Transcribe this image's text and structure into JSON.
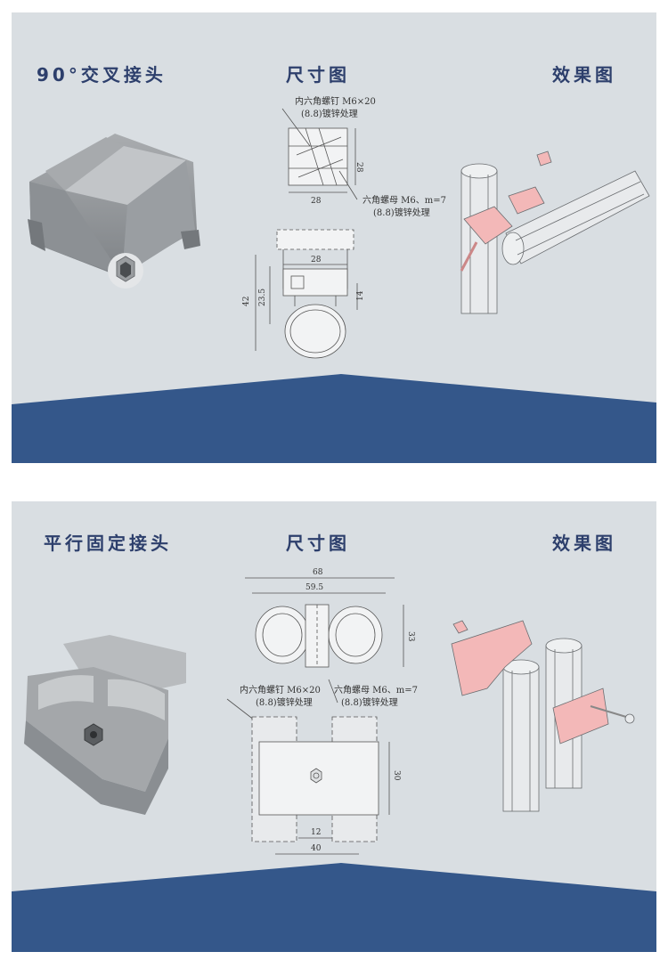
{
  "sections": [
    {
      "product_title": "90°交叉接头",
      "dimension_title": "尺寸图",
      "effect_title": "效果图",
      "callouts": {
        "screw_line1": "内六角螺钉 M6×20",
        "screw_line2": "(8.8)镀锌处理",
        "nut_line1": "六角螺母 M6、m=7",
        "nut_line2": "(8.8)镀锌处理"
      },
      "dimensions": [
        "28",
        "28",
        "28",
        "42",
        "23.5",
        "14"
      ]
    },
    {
      "product_title": "平行固定接头",
      "dimension_title": "尺寸图",
      "effect_title": "效果图",
      "callouts": {
        "screw_line1": "内六角螺钉 M6×20",
        "screw_line2": "(8.8)镀锌处理",
        "nut_line1": "六角螺母 M6、m=7",
        "nut_line2": "(8.8)镀锌处理"
      },
      "dimensions": [
        "68",
        "59.5",
        "33",
        "30",
        "12",
        "40"
      ]
    }
  ],
  "colors": {
    "panel_bg": "#d9dee2",
    "band": "#34578a",
    "title": "#2d3f6c",
    "highlight": "#f3b8b8"
  }
}
